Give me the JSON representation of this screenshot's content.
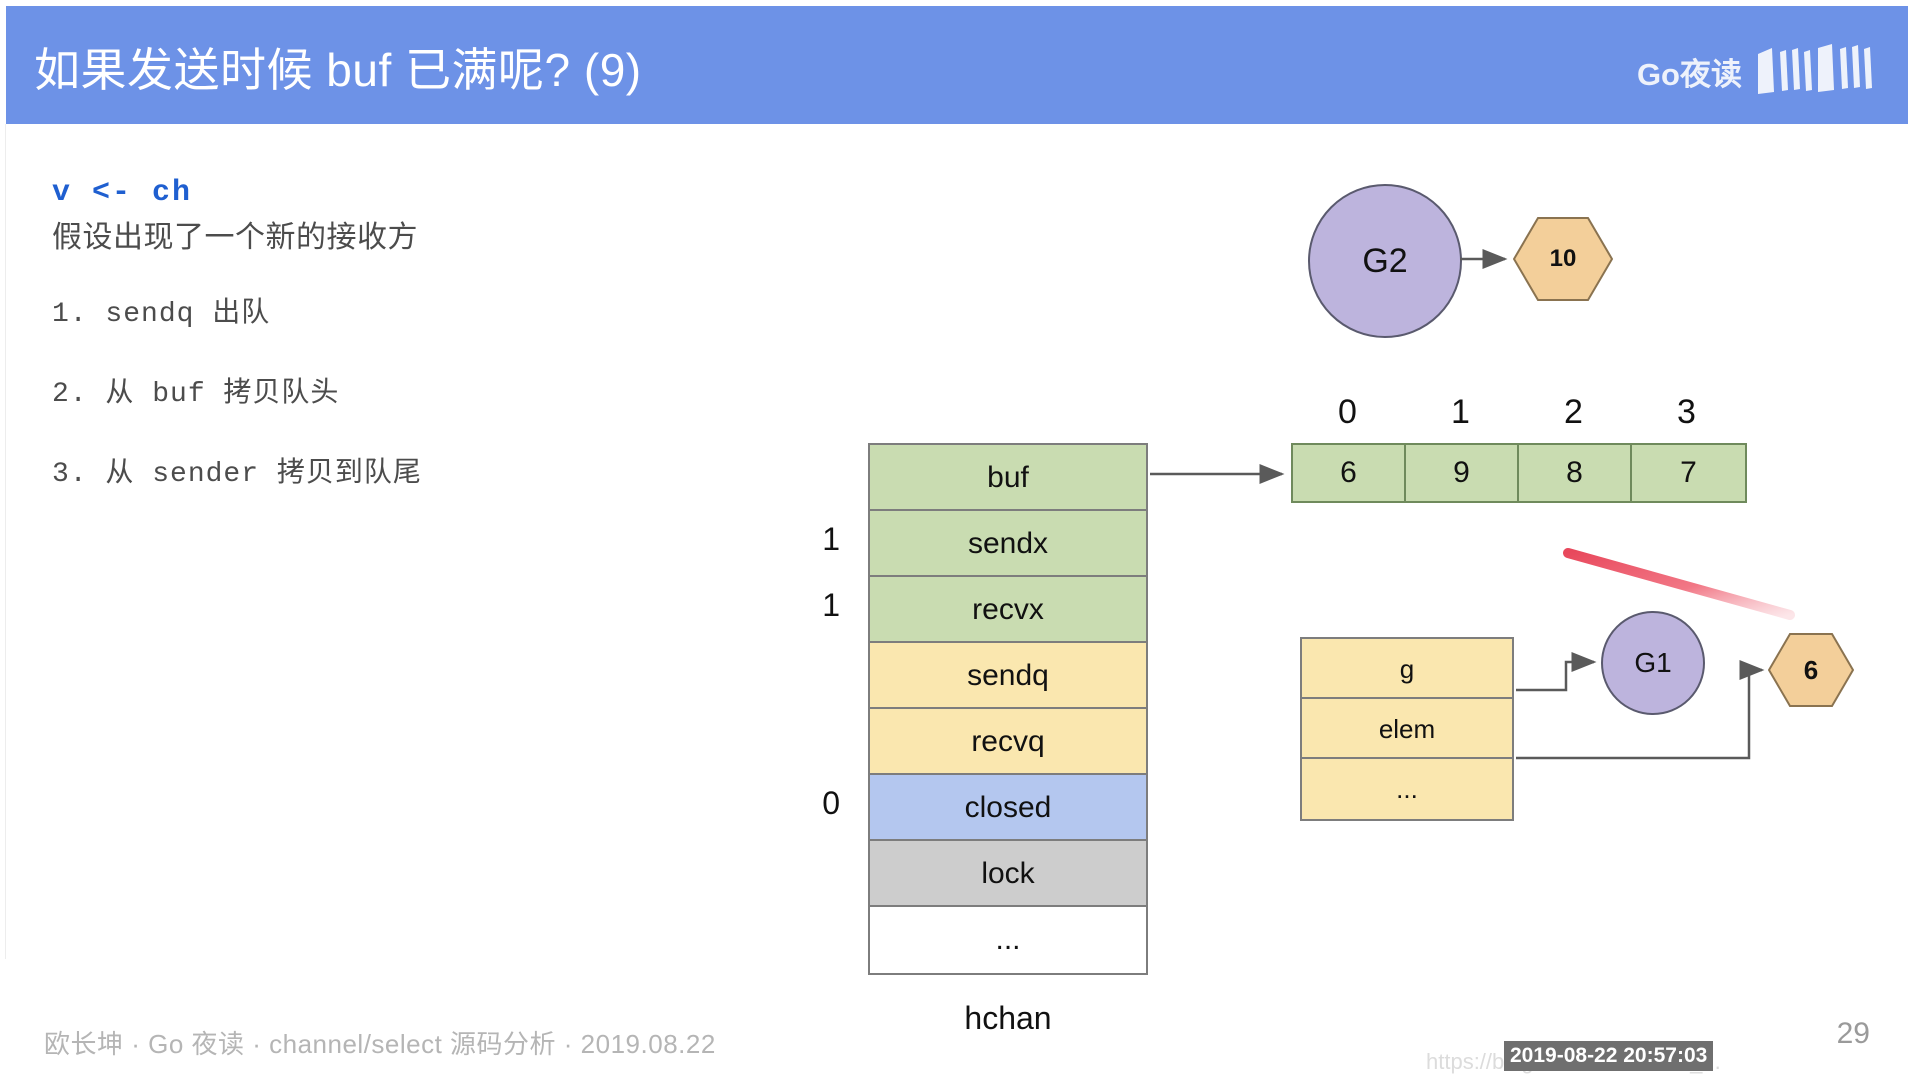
{
  "header": {
    "title": "如果发送时候 buf 已满呢? (9)",
    "brand_text": "Go夜读",
    "logo_name": "bilibili",
    "bg_color": "#6d92e7"
  },
  "left": {
    "code": "v <- ch",
    "subtitle": "假设出现了一个新的接收方",
    "steps": [
      "1. sendq 出队",
      "2. 从 buf 拷贝队头",
      "3. 从 sender 拷贝到队尾"
    ],
    "code_color": "#1f5fd0"
  },
  "diagram": {
    "hchan": {
      "caption": "hchan",
      "rows": [
        {
          "label": "buf",
          "fill": "#c9dcb1",
          "value": ""
        },
        {
          "label": "sendx",
          "fill": "#c9dcb1",
          "value": "1"
        },
        {
          "label": "recvx",
          "fill": "#c9dcb1",
          "value": "1"
        },
        {
          "label": "sendq",
          "fill": "#fae7af",
          "value": ""
        },
        {
          "label": "recvq",
          "fill": "#fae7af",
          "value": ""
        },
        {
          "label": "closed",
          "fill": "#b4c7ef",
          "value": "0"
        },
        {
          "label": "lock",
          "fill": "#cdcdcd",
          "value": ""
        },
        {
          "label": "...",
          "fill": "#ffffff",
          "value": ""
        }
      ]
    },
    "buffer": {
      "indices": [
        "0",
        "1",
        "2",
        "3"
      ],
      "values": [
        "6",
        "9",
        "8",
        "7"
      ],
      "fill": "#c9dcb1"
    },
    "goroutines": [
      {
        "id": "G2",
        "elem": "10"
      },
      {
        "id": "G1",
        "elem": "6"
      }
    ],
    "sudog": {
      "rows": [
        "g",
        "elem",
        "..."
      ],
      "fill": "#fae7af"
    },
    "pointer_color": "#e8485c"
  },
  "footer": {
    "credit": "欧长坤 · Go 夜读 · channel/select 源码分析 · 2019.08.22",
    "page": "29",
    "watermark_url": "https://blog.csdn.net/weixin_...",
    "watermark_stamp": "2019-08-22 20:57:03"
  }
}
